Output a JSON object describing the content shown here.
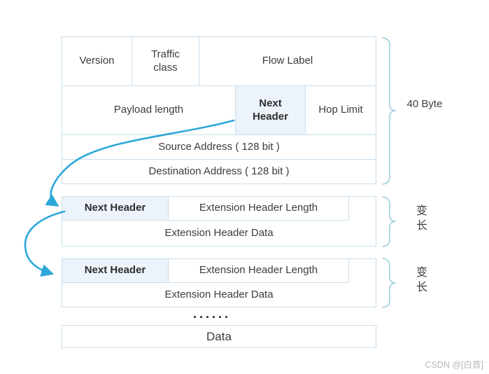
{
  "colors": {
    "arrow": "#2ba7d9",
    "cell_border": "#c9deec",
    "highlight_cell_bg": "#ecf3fa",
    "brace": "#9ecfdb",
    "text": "#3c3c3c",
    "watermark": "#b7b7b7"
  },
  "ipv6_header": {
    "version": "Version",
    "traffic_class": "Traffic class",
    "flow_label": "Flow Label",
    "payload_length": "Payload length",
    "next_header": "Next Header",
    "hop_limit": "Hop Limit",
    "source_address": "Source Address ( 128 bit )",
    "destination_address": "Destination Address ( 128 bit )",
    "size_label": "40 Byte"
  },
  "extension_headers": [
    {
      "next_header": "Next Header",
      "length": "Extension Header Length",
      "data": "Extension Header Data",
      "annotation": "变长"
    },
    {
      "next_header": "Next Header",
      "length": "Extension Header Length",
      "data": "Extension Header Data",
      "annotation": "变长"
    }
  ],
  "ellipsis": "......",
  "data_label": "Data",
  "watermark": "CSDN @[白首]"
}
